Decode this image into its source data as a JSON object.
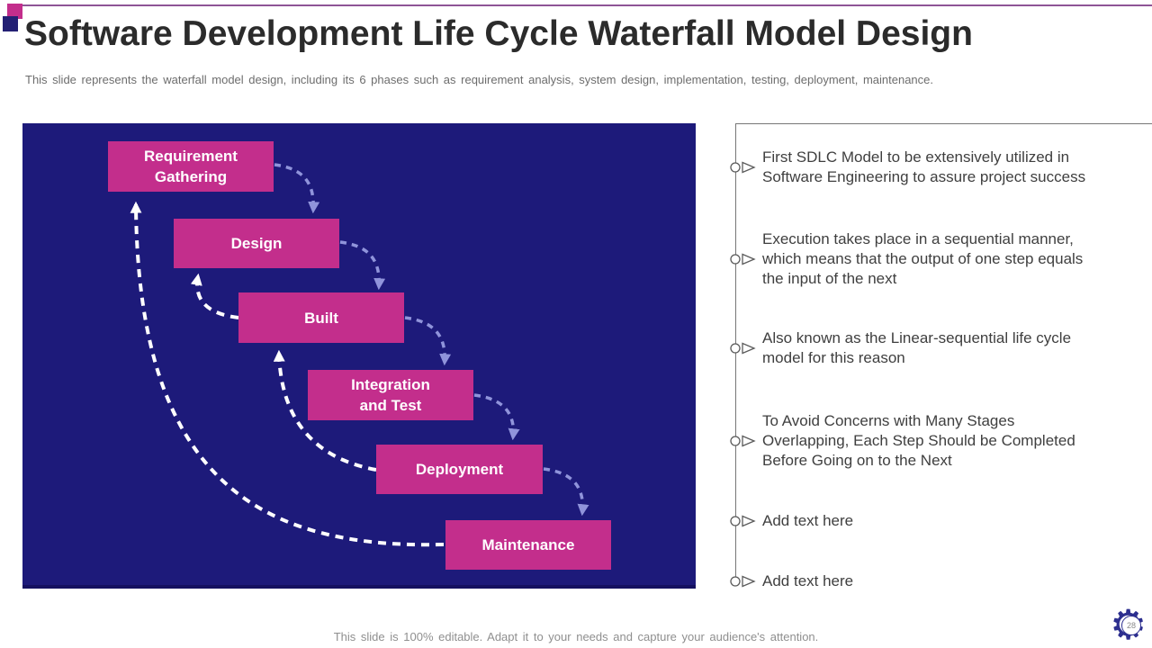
{
  "slide": {
    "title": "Software Development Life Cycle Waterfall Model Design",
    "subtitle": "This slide represents the waterfall model design, including its 6 phases such as requirement analysis, system design, implementation, testing, deployment, maintenance.",
    "footer": "This slide is 100% editable. Adapt it to your needs and capture your audience's attention.",
    "page_number": "28"
  },
  "diagram": {
    "type": "waterfall-model-flow",
    "phases": [
      {
        "label": "Requirement\nGathering"
      },
      {
        "label": "Design"
      },
      {
        "label": "Built"
      },
      {
        "label": "Integration\nand Test"
      },
      {
        "label": "Deployment"
      },
      {
        "label": "Maintenance"
      }
    ],
    "forward_flow": "each phase flows to the next phase (dashed periwinkle arrows)",
    "feedback_flow": [
      "Built back to Design",
      "Deployment back to Built",
      "Maintenance back to Requirement Gathering"
    ],
    "colors": {
      "panel_bg": "#1D1A7A",
      "box": "#C32E8C",
      "forward_arrow": "#9094DB",
      "feedback_arrow": "#FFFFFF"
    }
  },
  "bullets": [
    {
      "text": "First SDLC Model to be extensively utilized in\nSoftware Engineering to assure project success"
    },
    {
      "text": "Execution takes place in a sequential manner,\nwhich means that the output of one step equals\nthe input of the next"
    },
    {
      "text": "Also known as the Linear-sequential life cycle\nmodel for this reason"
    },
    {
      "text": "To Avoid Concerns with Many Stages\nOverlapping, Each Step Should be Completed\nBefore Going on to the Next"
    },
    {
      "text": "Add text here"
    },
    {
      "text": "Add text here"
    }
  ],
  "colors": {
    "accent_magenta": "#C32E8C",
    "accent_navy": "#232074",
    "top_line": "#8E5496",
    "title_text": "#2B2B2B",
    "body_text": "#3F3F3F",
    "muted_text": "#8F8F8F",
    "gear": "#2D2F8F"
  }
}
